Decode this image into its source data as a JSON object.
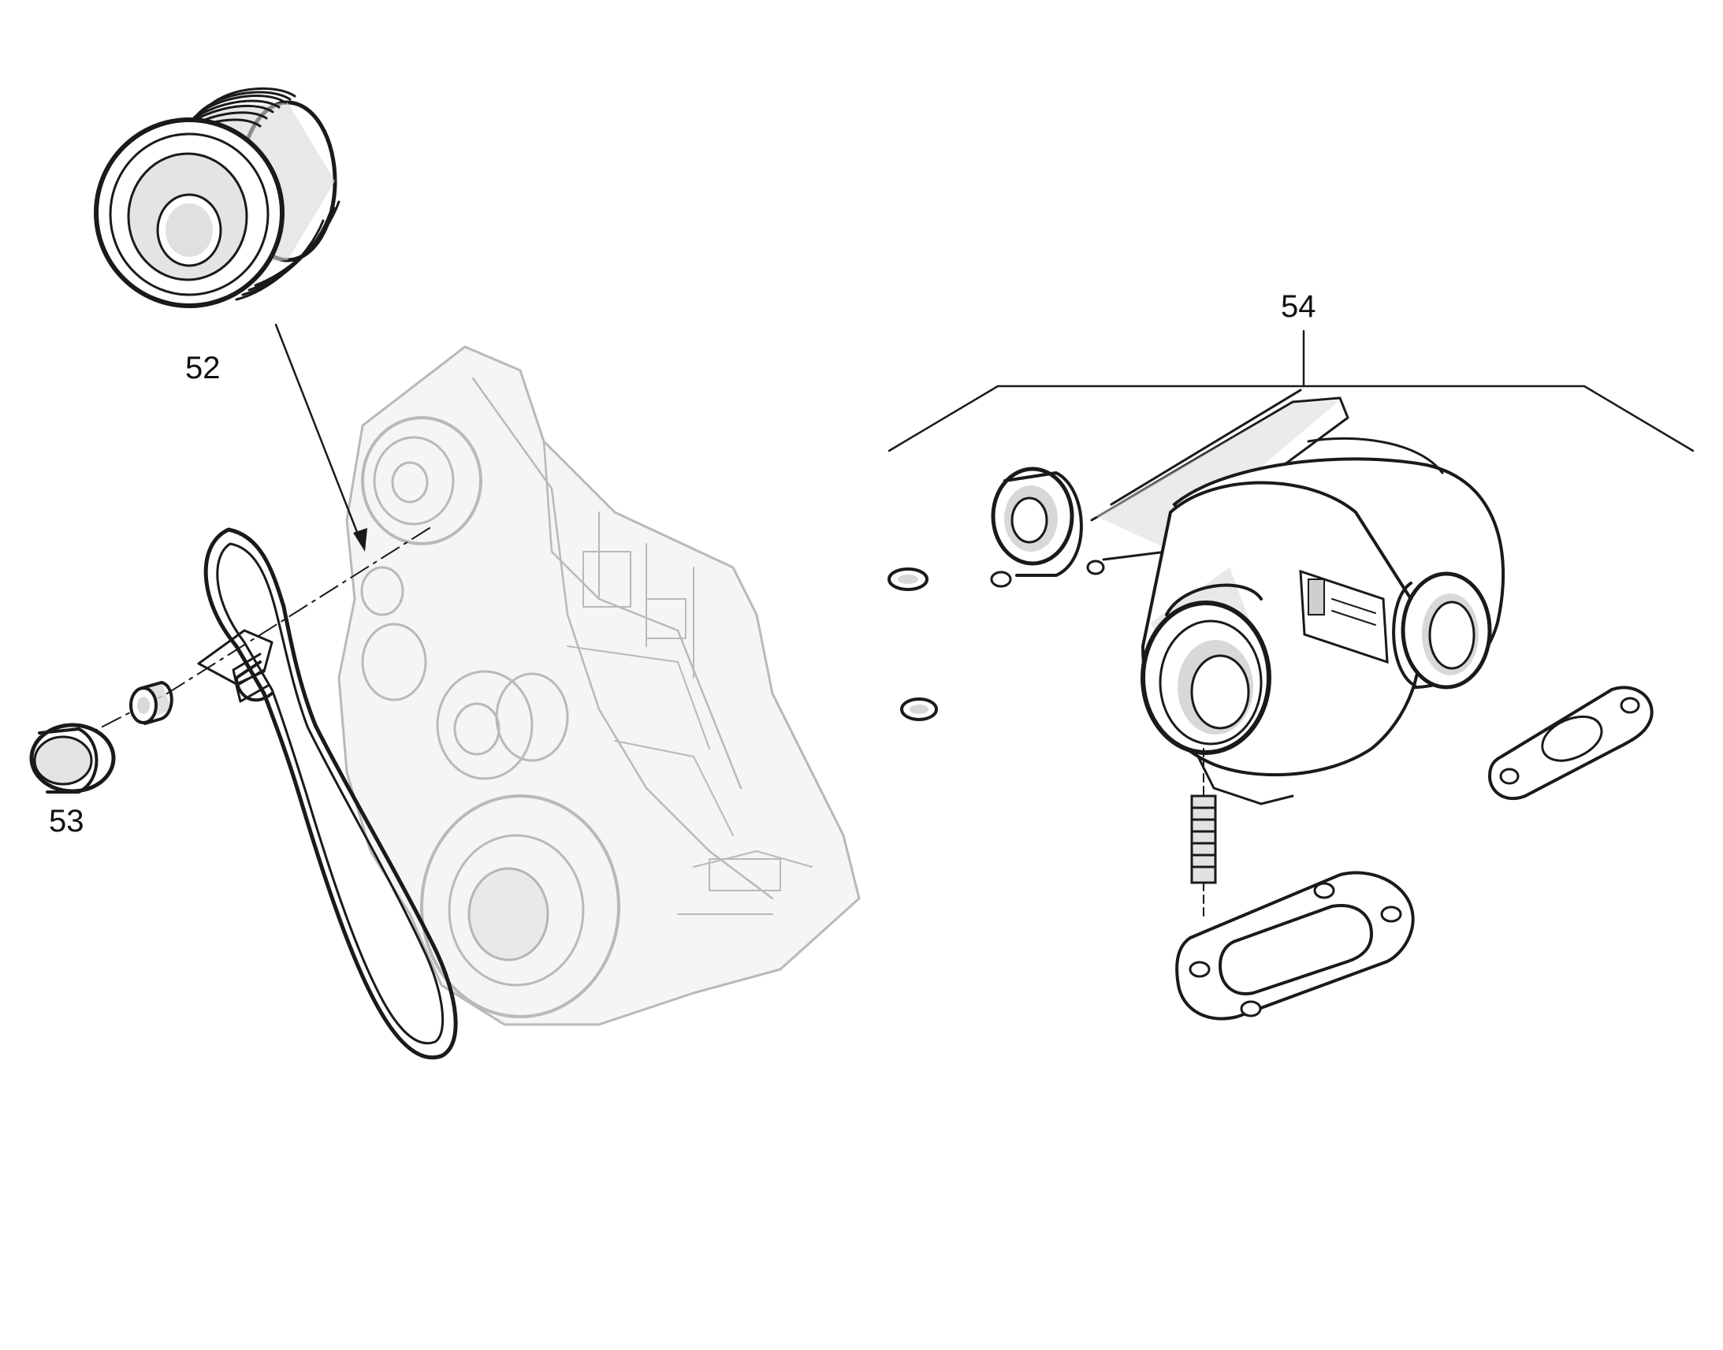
{
  "diagram": {
    "callouts": {
      "belt_pulley": "52",
      "idler_roller": "53",
      "turbocharger": "54"
    },
    "colors": {
      "ink": "#1a1a1a",
      "ghost_engine": "#b9b9b9",
      "shading": "#d8d8d8",
      "background": "#ffffff"
    }
  }
}
